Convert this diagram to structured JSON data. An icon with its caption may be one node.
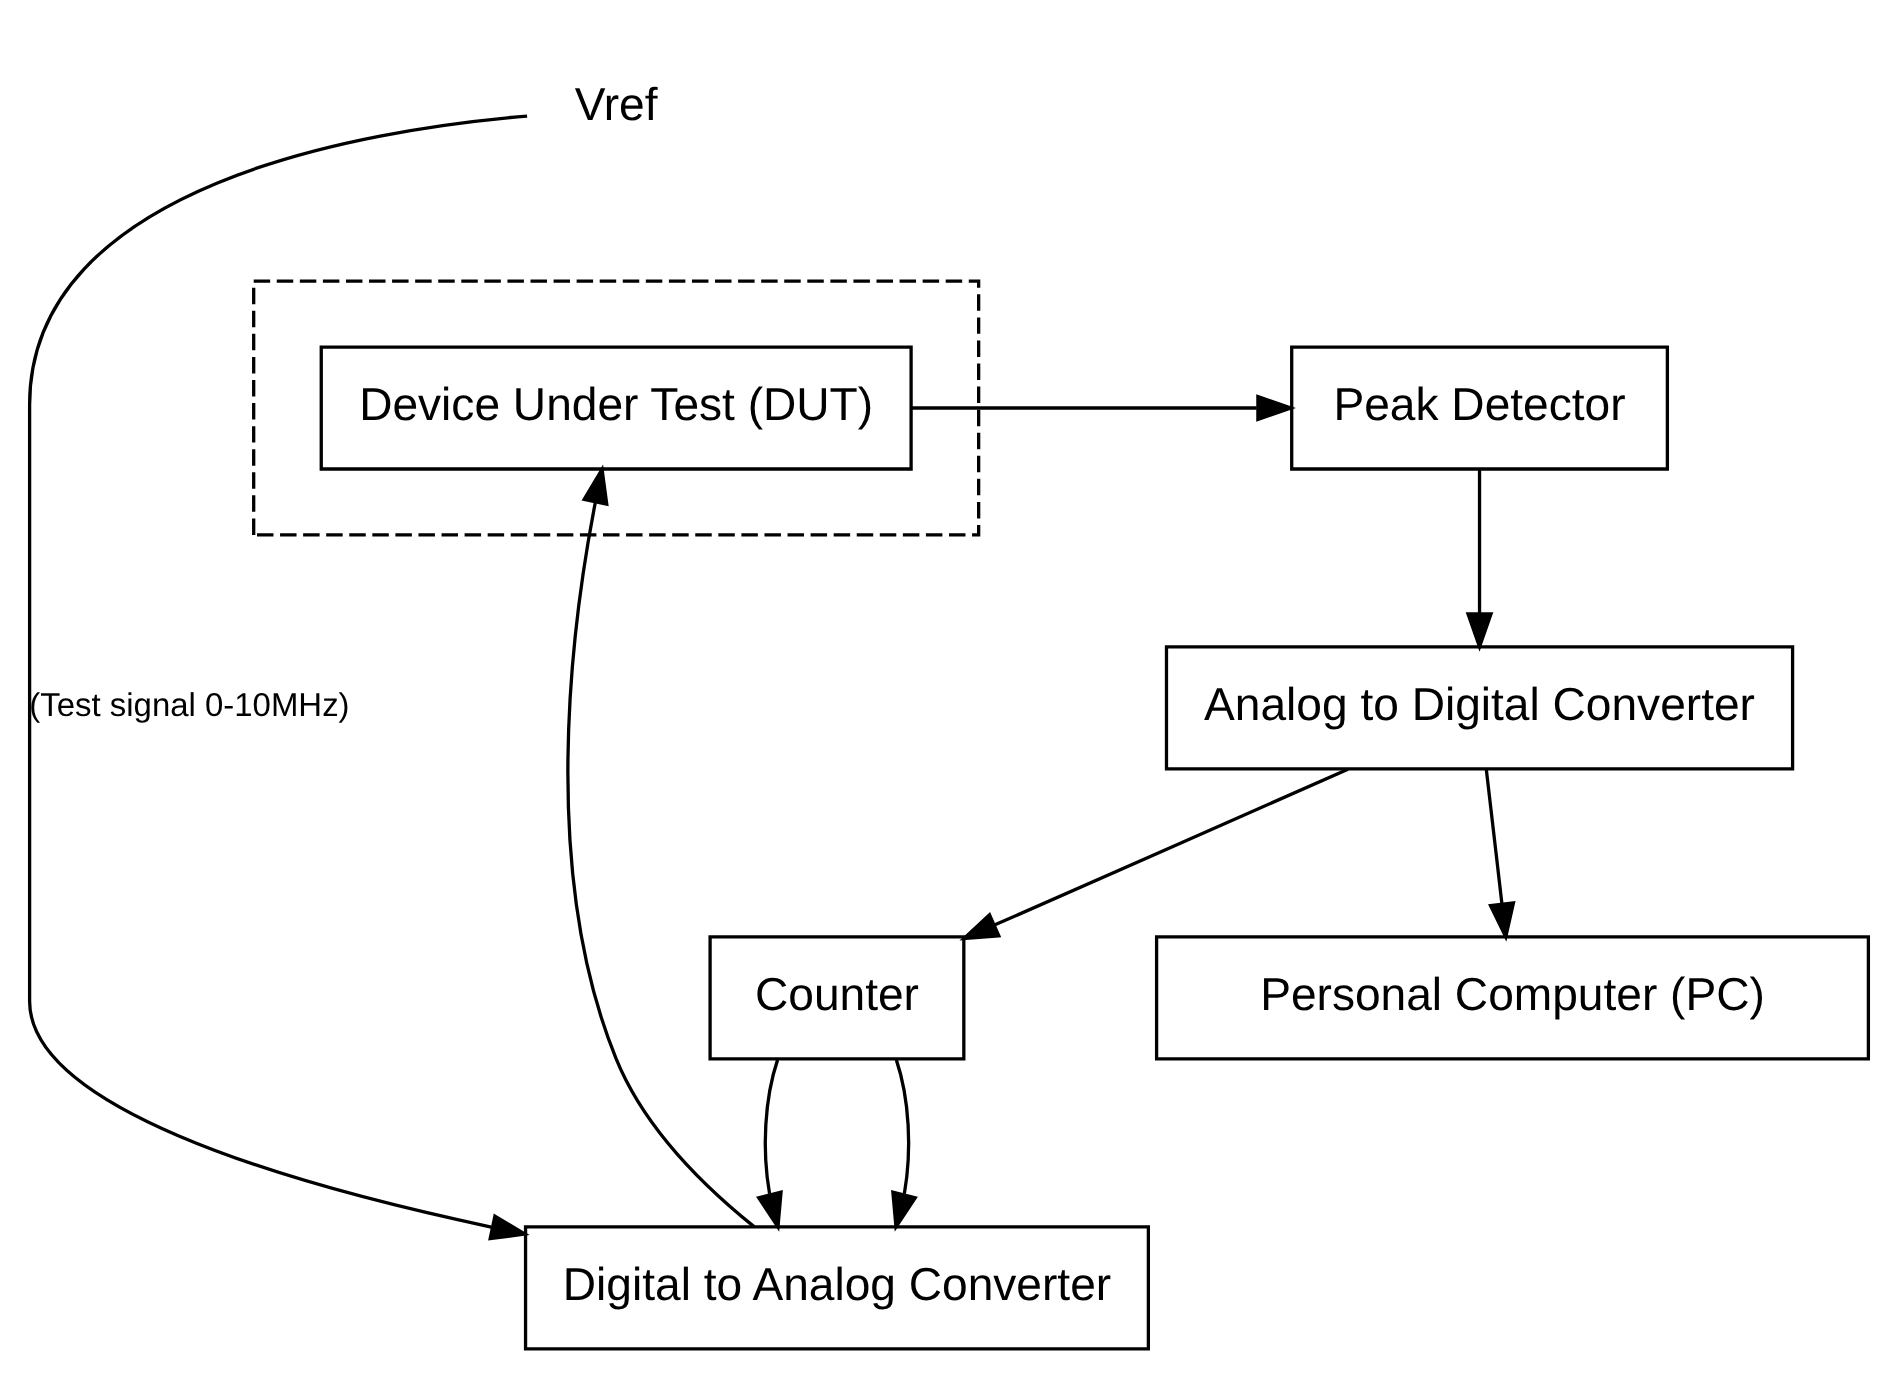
{
  "diagram": {
    "nodes": [
      {
        "text": [
          "Vref"
        ]
      },
      {
        "text": [
          "Digital to Analog Converter"
        ]
      },
      {
        "text": [],
        "shape": "box"
      },
      {
        "text": [
          "Device Under Test (DUT)"
        ],
        "in": 2
      },
      {
        "text": [
          "Peak Detector"
        ]
      },
      {
        "text": [
          "Counter"
        ]
      },
      {
        "text": [
          "Analog to Digital Converter"
        ]
      },
      {
        "text": [
          "Personal Computer (PC)"
        ]
      }
    ],
    "edges": [
      {
        "from": 0,
        "to": 1,
        "arrow": "to",
        "label": "(Test signal 0-10MHz)"
      },
      {
        "from": 1,
        "to": 3,
        "arrow": "to"
      },
      {
        "from": 3,
        "to": 4,
        "arrow": "to"
      },
      {
        "from": 4,
        "to": 6,
        "arrow": "to"
      },
      {
        "from": 6,
        "to": 5,
        "arrow": "to"
      },
      {
        "from": 5,
        "to": 1,
        "arrow": "to"
      },
      {
        "from": 5,
        "to": 1,
        "arrow": "to"
      },
      {
        "from": 6,
        "to": 7,
        "arrow": "to"
      }
    ]
  }
}
